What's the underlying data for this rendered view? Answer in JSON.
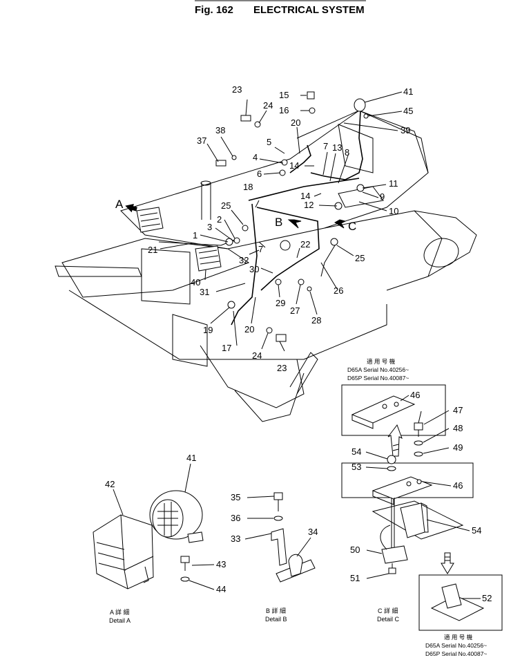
{
  "figure": {
    "number": "Fig. 162",
    "title": "ELECTRICAL SYSTEM"
  },
  "main_callouts": [
    "1",
    "2",
    "3",
    "4",
    "5",
    "6",
    "7",
    "7",
    "8",
    "9",
    "10",
    "11",
    "12",
    "13",
    "14",
    "14",
    "15",
    "16",
    "17",
    "18",
    "19",
    "20",
    "20",
    "21",
    "22",
    "23",
    "23",
    "24",
    "24",
    "25",
    "25",
    "26",
    "27",
    "28",
    "29",
    "30",
    "31",
    "32",
    "37",
    "38",
    "39",
    "40",
    "41",
    "45"
  ],
  "view_arrows": {
    "a": "A",
    "b": "B",
    "c": "C"
  },
  "details": {
    "a": {
      "title_jp": "A 詳 細",
      "title": "Detail A",
      "callouts": [
        "41",
        "42",
        "43",
        "44"
      ]
    },
    "b": {
      "title_jp": "B 詳 細",
      "title": "Detail B",
      "callouts": [
        "33",
        "34",
        "35",
        "36"
      ]
    },
    "c": {
      "title_jp": "C 詳 細",
      "title": "Detail C",
      "callouts": [
        "46",
        "46",
        "47",
        "48",
        "49",
        "50",
        "51",
        "52",
        "53",
        "54",
        "54"
      ]
    }
  },
  "serial_boxes": {
    "top": {
      "header": "適 用 号 機",
      "line1": "D65A  Serial  No.40256~",
      "line2": "D65P  Serial  No.40087~"
    },
    "bottom": {
      "header": "適 用 号 機",
      "line1": "D65A  Serial  No.40256~",
      "line2": "D65P  Serial  No.40087~"
    }
  }
}
